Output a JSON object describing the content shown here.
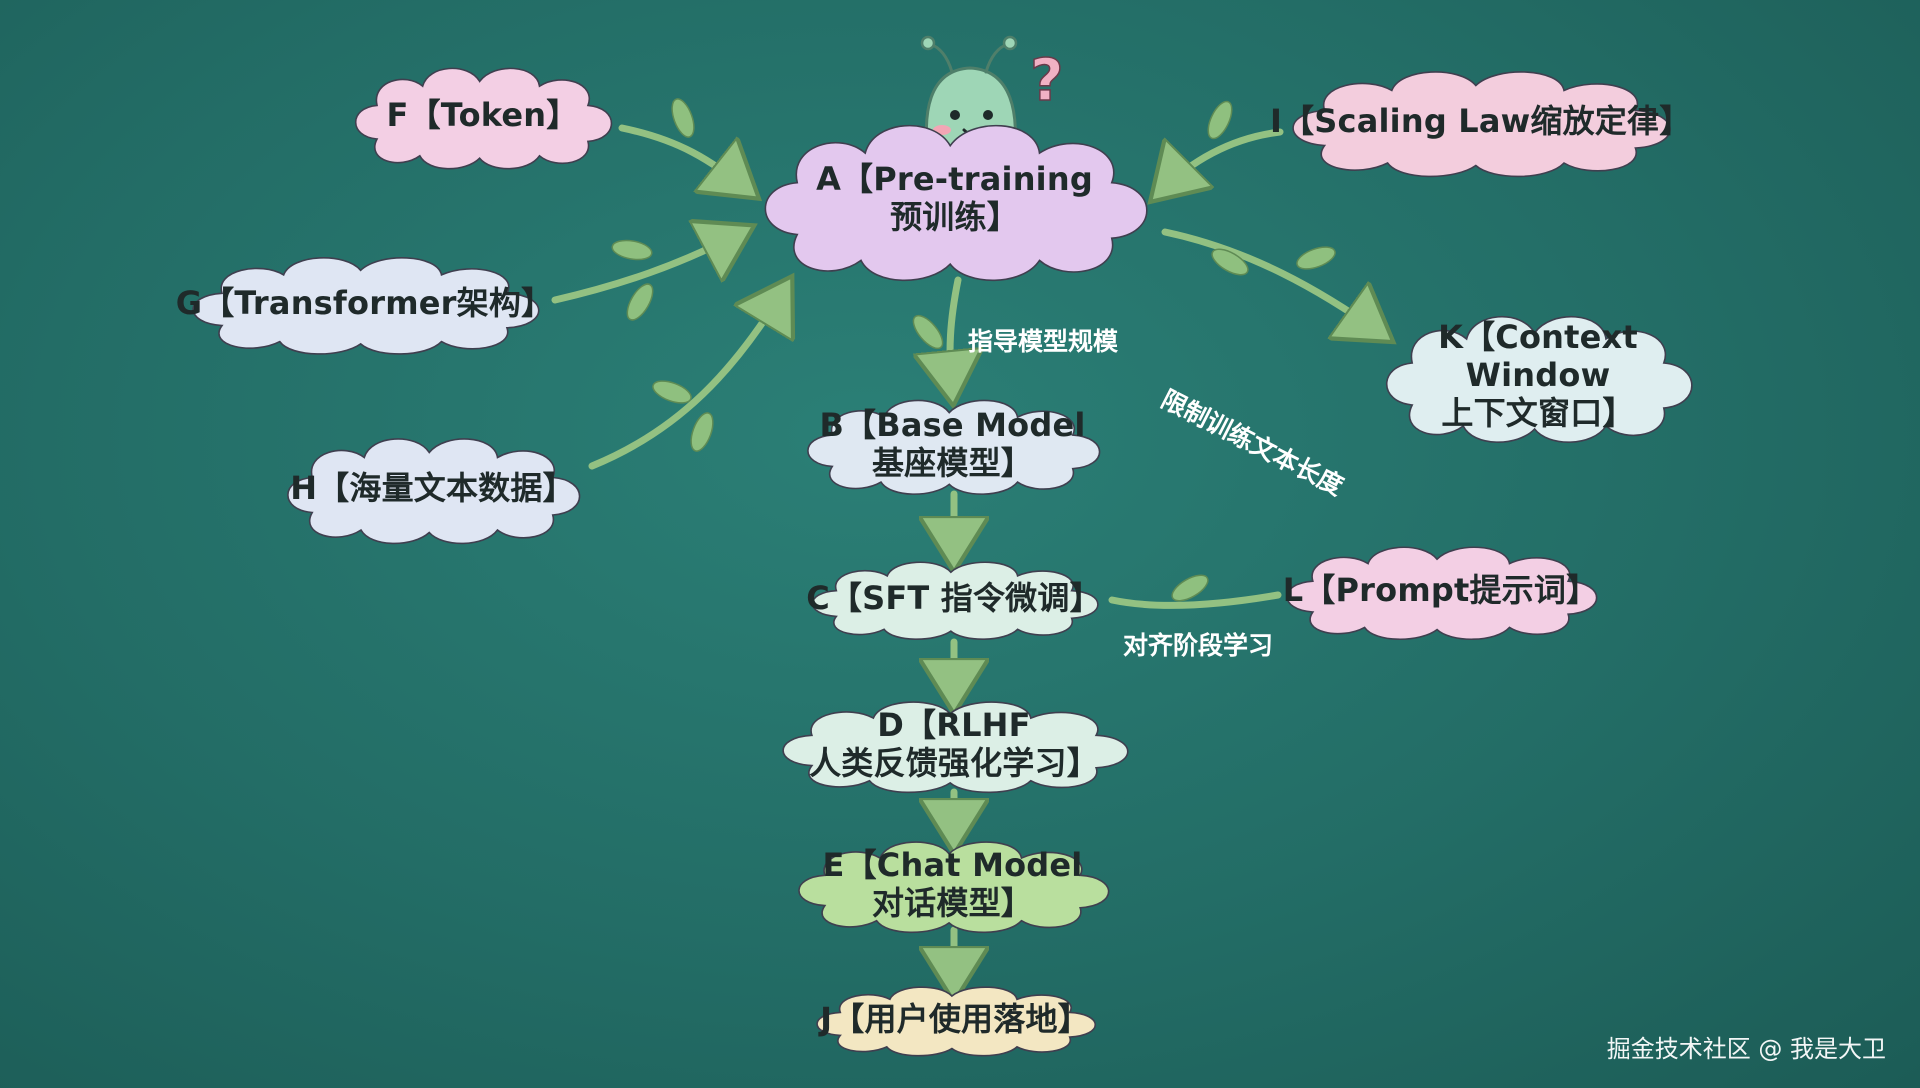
{
  "nodes": {
    "A": {
      "line1": "A【Pre-training",
      "line2": "预训练】",
      "fill": "#e3c8ee"
    },
    "B": {
      "line1": "B【Base Model",
      "line2": "基座模型】",
      "fill": "#dfe8f2"
    },
    "C": {
      "line1": "C【SFT 指令微调】",
      "line2": "",
      "fill": "#dcefe6"
    },
    "D": {
      "line1": "D【RLHF",
      "line2": "人类反馈强化学习】",
      "fill": "#dcefe6"
    },
    "E": {
      "line1": "E【Chat Model",
      "line2": "对话模型】",
      "fill": "#b9df9e"
    },
    "J": {
      "line1": "J【用户使用落地】",
      "line2": "",
      "fill": "#f3e7c2"
    },
    "F": {
      "line1": "F【Token】",
      "line2": "",
      "fill": "#f3cfe4"
    },
    "G": {
      "line1": "G【Transformer架构】",
      "line2": "",
      "fill": "#dfe6f3"
    },
    "H": {
      "line1": "H【海量文本数据】",
      "line2": "",
      "fill": "#dfe6f3"
    },
    "I": {
      "line1": "I【Scaling Law缩放定律】",
      "line2": "",
      "fill": "#f3cddd"
    },
    "K": {
      "line1": "K【Context Window",
      "line2": "上下文窗口】",
      "fill": "#dfeef0"
    },
    "L": {
      "line1": "L【Prompt提示词】",
      "line2": "",
      "fill": "#f3cfe4"
    }
  },
  "edge_labels": {
    "guide_scale": "指导模型规模",
    "limit_length": "限制训练文本长度",
    "alignment": "对齐阶段学习"
  },
  "watermark": "掘金技术社区 @ 我是大卫",
  "colors": {
    "background": "#236d66",
    "vine": "#93c182",
    "vine_dark": "#6e9d60",
    "leaf": "#8fc07f"
  }
}
